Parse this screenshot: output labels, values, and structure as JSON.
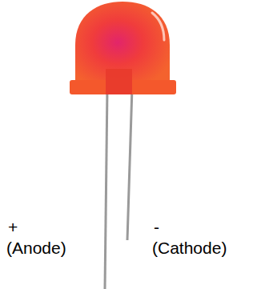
{
  "diagram": {
    "labels": [
      "+",
      "(Anode)",
      "-",
      "(Cathode)"
    ]
  }
}
